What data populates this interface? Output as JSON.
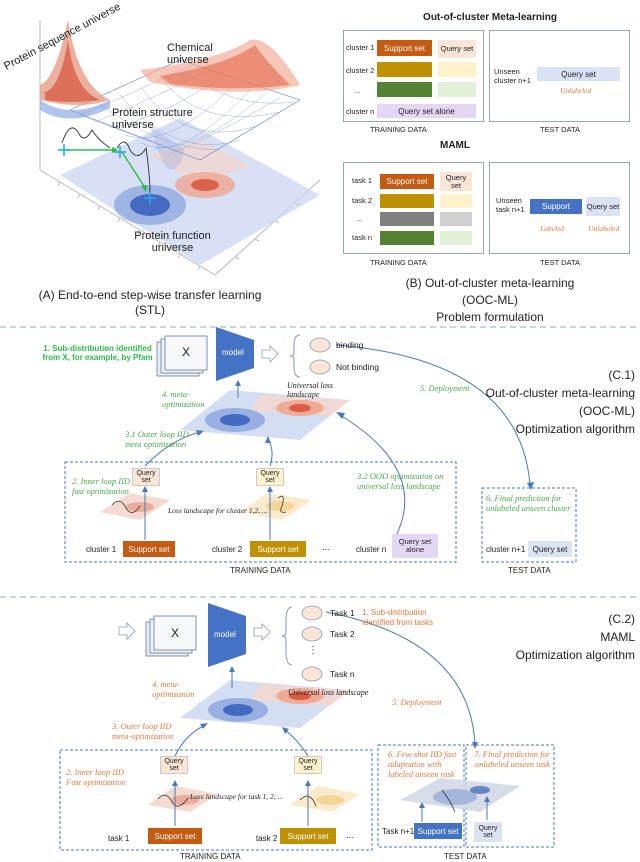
{
  "panelA": {
    "labels": {
      "protein_sequence": "Protein sequence universe",
      "chemical": "Chemical universe",
      "protein_structure": "Protein structure universe",
      "protein_function": "Protein function universe"
    },
    "caption_line1": "(A) End-to-end step-wise transfer learning",
    "caption_line2": "(STL)"
  },
  "panelB": {
    "ooc_title": "Out-of-cluster Meta-learning",
    "maml_title": "MAML",
    "ooc_rows": [
      "cluster 1",
      "cluster 2",
      "...",
      "cluster n"
    ],
    "support_set": "Support set",
    "query_set": "Query set",
    "query_set_alone": "Query set alone",
    "unseen_cluster": "Unseen cluster n+1",
    "unlabeled": "Unlabeled",
    "training_data": "TRAINING DATA",
    "test_data": "TEST DATA",
    "maml_rows": [
      "task 1",
      "task 2",
      "...",
      "task n"
    ],
    "unseen_task": "Unseen task n+1",
    "support": "Support",
    "labeled": "Labeled",
    "caption_line1": "(B) Out-of-cluster meta-learning",
    "caption_line2": "(OOC-ML)",
    "caption_line3": "Problem formulation"
  },
  "panelC1": {
    "x": "X",
    "model": "model",
    "binding": "binding",
    "not_binding": "Not binding",
    "note1": "1. Sub-distribution identified from X, for example, by Pfam",
    "note4": "4. meta-optimization",
    "universal": "Universal loss landscape",
    "note31": "3.1 Outer loop IID meta optimization",
    "note2": "2. Inner loop IID fast optimization",
    "query_set": "Query set",
    "loss_landscape": "Loss landscape for cluster 1,2, ...",
    "note32": "3.2 OOD optimization on universal loss landscape",
    "note5": "5. Deployment",
    "note6": "6. Final prediction for unlabeled unseen cluster",
    "cluster1": "cluster 1",
    "cluster2": "cluster 2",
    "clustern": "cluster n",
    "clustern1": "cluster n+1",
    "support_set": "Support set",
    "query_set_alone": "Query set alone",
    "dots": "...",
    "training_data": "TRAINING DATA",
    "test_data": "TEST DATA",
    "title_1": "(C.1)",
    "title_2": "Out-of-cluster meta-learning",
    "title_3": "(OOC-ML)",
    "title_4": "Optimization algorithm"
  },
  "panelC2": {
    "x": "X",
    "model": "model",
    "tasks": [
      "Task 1",
      "Task 2",
      "Task n"
    ],
    "vdots": "⋮",
    "note1": "1. Sub-distribution identified from tasks",
    "note4": "4. meta-optimization",
    "universal": "Universal loss landscape",
    "note3": "3. Outer loop IID meta-optimization",
    "note2": "2. Inner loop IID Fast optimization",
    "query_set": "Query set",
    "loss_landscape": "Loss landscape for task 1, 2, ...",
    "note5": "5. Deployment",
    "note6": "6. Few-shot IID fast adaptation with labeled unseen task",
    "note7": "7. Final prediction for unlabeled unseen task",
    "task1": "task 1",
    "task2": "task 2",
    "taskn1": "Task n+1",
    "support_set": "Support set",
    "dots": "...",
    "training_data": "TRAINING DATA",
    "test_data": "TEST DATA",
    "title_1": "(C.2)",
    "title_2": "MAML",
    "title_3": "Optimization algorithm"
  },
  "colors": {
    "support": "#c55a11",
    "olive": "#bf9000",
    "green": "#548235",
    "grey": "#808080",
    "query_fill": "#fbe5d6",
    "query_blue": "#dae3f3",
    "blue_bar": "#4472c4",
    "lavender": "#e4d7f5",
    "note_green": "#4aa84a",
    "note_orange": "#e07a3e"
  }
}
